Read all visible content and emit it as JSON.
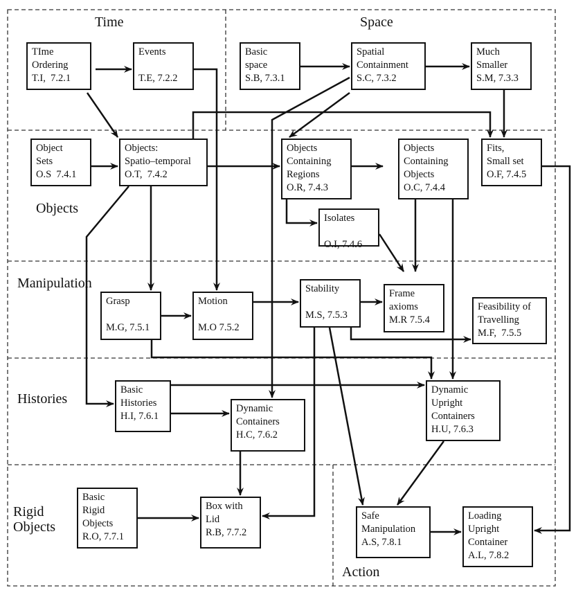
{
  "regions": [
    {
      "id": "time",
      "label": "Time"
    },
    {
      "id": "space",
      "label": "Space"
    },
    {
      "id": "objects",
      "label": "Objects"
    },
    {
      "id": "manipulation",
      "label": "Manipulation"
    },
    {
      "id": "histories",
      "label": "Histories"
    },
    {
      "id": "rigid",
      "label": "Rigid\nObjects"
    },
    {
      "id": "action",
      "label": "Action"
    }
  ],
  "nodes": {
    "TI": {
      "lines": [
        "TIme",
        "Ordering",
        "T.I,  7.2.1"
      ]
    },
    "TE": {
      "lines": [
        "Events",
        "",
        "T.E, 7.2.2"
      ]
    },
    "SB": {
      "lines": [
        "Basic",
        "space",
        "S.B, 7.3.1"
      ]
    },
    "SC": {
      "lines": [
        "Spatial",
        "Containment",
        "S.C, 7.3.2"
      ]
    },
    "SM": {
      "lines": [
        "Much",
        "Smaller",
        "S.M, 7.3.3"
      ]
    },
    "OS": {
      "lines": [
        "Object",
        "Sets",
        "O.S  7.4.1"
      ]
    },
    "OT": {
      "lines": [
        "Objects:",
        "Spatio–temporal",
        "O.T,  7.4.2"
      ]
    },
    "OR": {
      "lines": [
        "Objects",
        "Containing",
        "Regions",
        "O.R, 7.4.3"
      ]
    },
    "OC": {
      "lines": [
        "Objects",
        "Containing",
        "Objects",
        "O.C, 7.4.4"
      ]
    },
    "OF": {
      "lines": [
        "Fits,",
        "Small set",
        "O.F, 7.4.5"
      ]
    },
    "OI": {
      "lines": [
        "Isolates",
        "",
        "O.I, 7.4.6"
      ]
    },
    "MG": {
      "lines": [
        "Grasp",
        "",
        "M.G, 7.5.1"
      ]
    },
    "MO": {
      "lines": [
        "Motion",
        "",
        "M.O 7.5.2"
      ]
    },
    "MS": {
      "lines": [
        "Stability",
        "",
        "M.S, 7.5.3"
      ]
    },
    "MR": {
      "lines": [
        "Frame",
        "axioms",
        "M.R 7.5.4"
      ]
    },
    "MF": {
      "lines": [
        "Feasibility of",
        "Travelling",
        "M.F,  7.5.5"
      ]
    },
    "HI": {
      "lines": [
        "Basic",
        "Histories",
        "H.I, 7.6.1"
      ]
    },
    "HC": {
      "lines": [
        "Dynamic",
        "Containers",
        "H.C, 7.6.2"
      ]
    },
    "HU": {
      "lines": [
        "Dynamic",
        "Upright",
        "Containers",
        "H.U, 7.6.3"
      ]
    },
    "RO": {
      "lines": [
        "Basic",
        "Rigid",
        "Objects",
        "R.O, 7.7.1"
      ]
    },
    "RB": {
      "lines": [
        "Box with",
        "Lid",
        "R.B, 7.7.2"
      ]
    },
    "AS": {
      "lines": [
        "Safe",
        "Manipulation",
        "A.S, 7.8.1"
      ]
    },
    "AL": {
      "lines": [
        "Loading",
        "Upright",
        "Container",
        "A.L, 7.8.2"
      ]
    }
  },
  "edges": [
    {
      "from": "TI",
      "to": "TE"
    },
    {
      "from": "TI",
      "to": "OT"
    },
    {
      "from": "TE",
      "to": "MO"
    },
    {
      "from": "SB",
      "to": "SC"
    },
    {
      "from": "SC",
      "to": "SM"
    },
    {
      "from": "SC",
      "to": "OR"
    },
    {
      "from": "SC",
      "to": "HC"
    },
    {
      "from": "SM",
      "to": "OF"
    },
    {
      "from": "OS",
      "to": "OT"
    },
    {
      "from": "OT",
      "to": "OR"
    },
    {
      "from": "OT",
      "to": "OF"
    },
    {
      "from": "OT",
      "to": "MG"
    },
    {
      "from": "OT",
      "to": "HI"
    },
    {
      "from": "OR",
      "to": "OC"
    },
    {
      "from": "OR",
      "to": "OI"
    },
    {
      "from": "OI",
      "to": "MR"
    },
    {
      "from": "OC",
      "to": "MR"
    },
    {
      "from": "OC",
      "to": "HU"
    },
    {
      "from": "OF",
      "to": "AL"
    },
    {
      "from": "MG",
      "to": "MO"
    },
    {
      "from": "MG",
      "to": "HU"
    },
    {
      "from": "MO",
      "to": "MS"
    },
    {
      "from": "MS",
      "to": "MR"
    },
    {
      "from": "MS",
      "to": "MF"
    },
    {
      "from": "MS",
      "to": "RB"
    },
    {
      "from": "MS",
      "to": "AS"
    },
    {
      "from": "HI",
      "to": "HC"
    },
    {
      "from": "HI",
      "to": "HU"
    },
    {
      "from": "HC",
      "to": "RB"
    },
    {
      "from": "HU",
      "to": "AS"
    },
    {
      "from": "RO",
      "to": "RB"
    },
    {
      "from": "AS",
      "to": "AL"
    }
  ]
}
